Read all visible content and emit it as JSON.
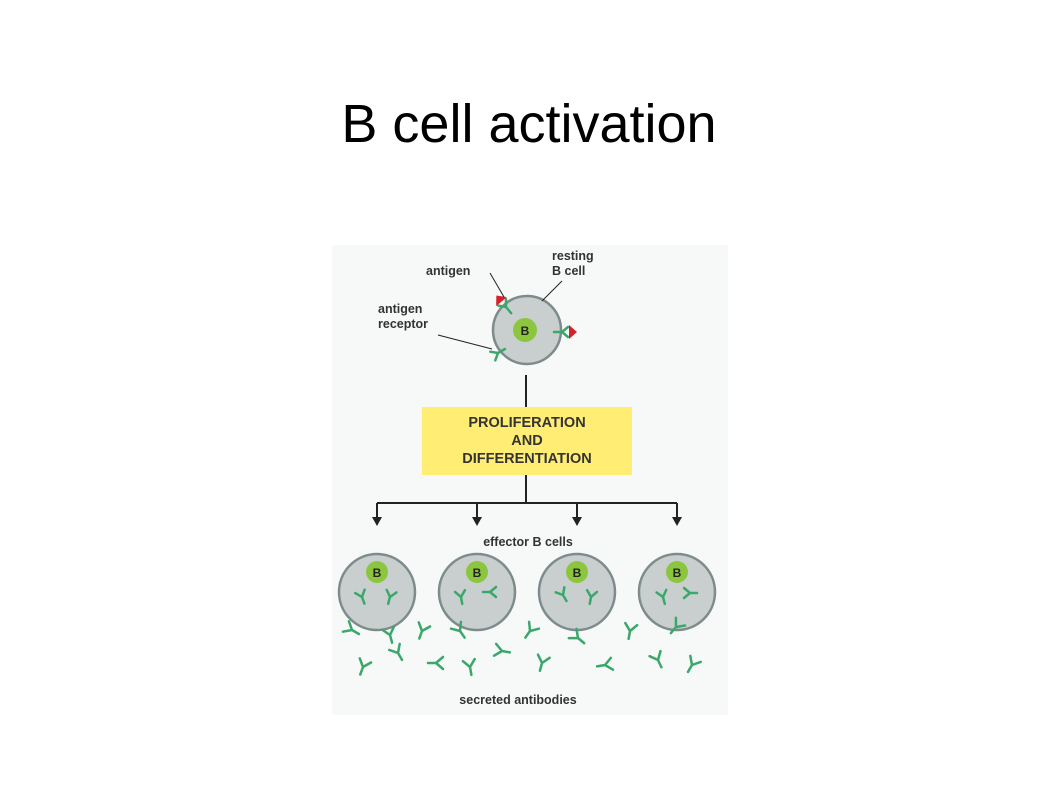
{
  "slide": {
    "title": "B cell activation"
  },
  "diagram": {
    "labels": {
      "antigen": "antigen",
      "resting_line1": "resting",
      "resting_line2": "B cell",
      "receptor_line1": "antigen",
      "receptor_line2": "receptor",
      "process_line1": "PROLIFERATION",
      "process_line2": "AND",
      "process_line3": "DIFFERENTIATION",
      "effector": "effector B cells",
      "secreted": "secreted antibodies"
    },
    "cell_letter": "B",
    "effector_cell_count": 4,
    "colors": {
      "cell_fill": "#c9cfcf",
      "cell_outline": "#7e8b8b",
      "nucleus": "#8cc63f",
      "antibody": "#3aa86b",
      "antigen": "#d6202a",
      "box": "#ffee73",
      "line": "#222222",
      "text": "#333333"
    }
  }
}
